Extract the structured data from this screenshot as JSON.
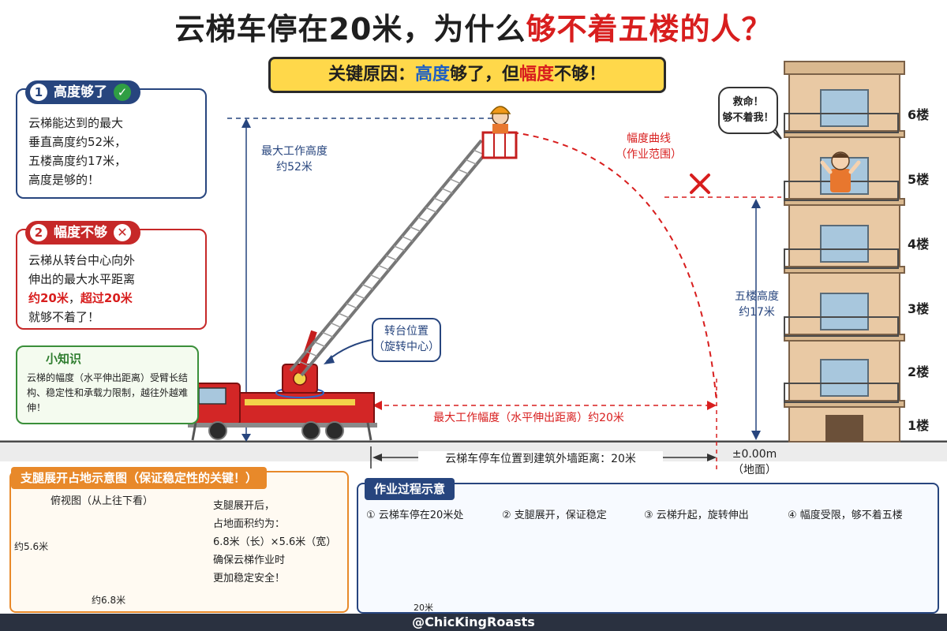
{
  "title": {
    "main": "云梯车停在20米，为什么",
    "highlight": "够不着五楼的人？"
  },
  "key_reason": {
    "prefix": "关键原因：",
    "height_word": "高度",
    "mid": "够了，但",
    "range_word": "幅度",
    "suffix": "不够！"
  },
  "card1": {
    "num": "1",
    "title": "高度够了",
    "lines": [
      "云梯能达到的最大",
      "垂直高度约52米，",
      "五楼高度约17米，",
      "高度是够的！"
    ]
  },
  "card2": {
    "num": "2",
    "title": "幅度不够",
    "lines": [
      "云梯从转台中心向外",
      "伸出的最大水平距离"
    ],
    "line3_red": "约20米",
    "line3_sep": "，",
    "line3_red2": "超过20米",
    "line4": "就够不着了！"
  },
  "tip": {
    "title": "小知识",
    "text": "云梯的幅度（水平伸出距离）受臂长结构、稳定性和承载力限制，越往外越难伸！"
  },
  "labels": {
    "max_height": [
      "最大工作高度",
      "约52米"
    ],
    "range_curve": [
      "幅度曲线",
      "（作业范围）"
    ],
    "turntable": [
      "转台位置",
      "（旋转中心）"
    ],
    "max_range": "最大工作幅度（水平伸出距离）约20米",
    "floor5_height": [
      "五楼高度",
      "约17米"
    ],
    "distance": "云梯车停车位置到建筑外墙距离：20米",
    "ground": [
      "±0.00m",
      "（地面）"
    ],
    "bubble": [
      "救命！",
      "够不着我！"
    ]
  },
  "floors": [
    "6楼",
    "5楼",
    "4楼",
    "3楼",
    "2楼",
    "1楼"
  ],
  "outrigger": {
    "header": "支腿展开占地示意图（保证稳定性的关键！）",
    "view_title": "俯视图（从上往下看）",
    "width_label": "约5.6米",
    "length_label": "约6.8米",
    "text": [
      "支腿展开后，",
      "占地面积约为：",
      "6.8米（长）×5.6米（宽）",
      "确保云梯作业时",
      "更加稳定安全！"
    ]
  },
  "process": {
    "header": "作业过程示意",
    "steps": [
      "① 云梯车停在20米处",
      "② 支腿展开，保证稳定",
      "③ 云梯升起，旋转伸出",
      "④ 幅度受限，够不着五楼"
    ],
    "dist_label": "20米"
  },
  "watermark": "@ChicKingRoasts",
  "colors": {
    "truck_red": "#d32626",
    "navy": "#27457e",
    "alert_red": "#d81e1e",
    "banner_yellow": "#ffd84a",
    "orange": "#e8892a",
    "building_tan": "#e9c9a4"
  }
}
